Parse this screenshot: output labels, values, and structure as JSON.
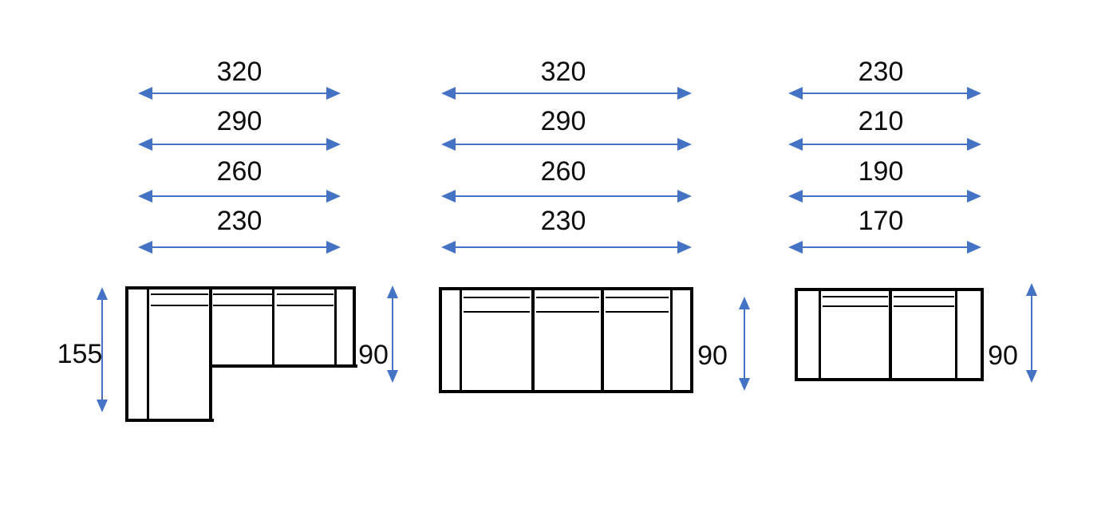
{
  "colors": {
    "arrow": "#4472C4",
    "outline": "#000000",
    "text": "#0d0d0d",
    "background": "#ffffff"
  },
  "diagrams": [
    {
      "name": "corner-sofa",
      "view": "top-view outline drawing",
      "width_options": [
        "320",
        "290",
        "260",
        "230"
      ],
      "chaise_depth_label": "155",
      "seat_depth_label": "90"
    },
    {
      "name": "three-seater-sofa",
      "view": "top-view outline drawing",
      "width_options": [
        "320",
        "290",
        "260",
        "230"
      ],
      "seat_depth_label": "90"
    },
    {
      "name": "two-seater-sofa",
      "view": "top-view outline drawing",
      "width_options": [
        "230",
        "210",
        "190",
        "170"
      ],
      "seat_depth_label": "90"
    }
  ]
}
